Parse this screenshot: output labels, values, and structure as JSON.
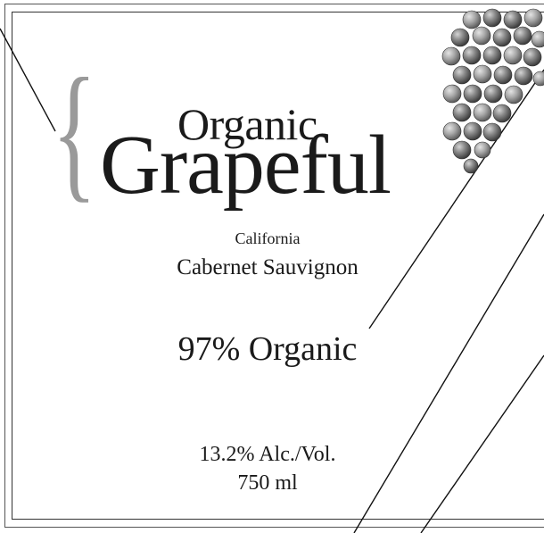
{
  "label": {
    "brace": "{",
    "organic_small": "Organic",
    "brand": "Grapeful",
    "region": "California",
    "varietal": "Cabernet Sauvignon",
    "organic_percent": "97% Organic",
    "alcohol": "13.2% Alc./Vol.",
    "volume": "750 ml"
  },
  "colors": {
    "text": "#1a1a1a",
    "brace": "#9a9a9a",
    "frame": "#333333",
    "grape_dark": "#3f3f3f",
    "grape_mid": "#7d7d7d",
    "grape_light": "#c8c8c8"
  },
  "icons": {
    "grapes": "grape-cluster-image"
  }
}
